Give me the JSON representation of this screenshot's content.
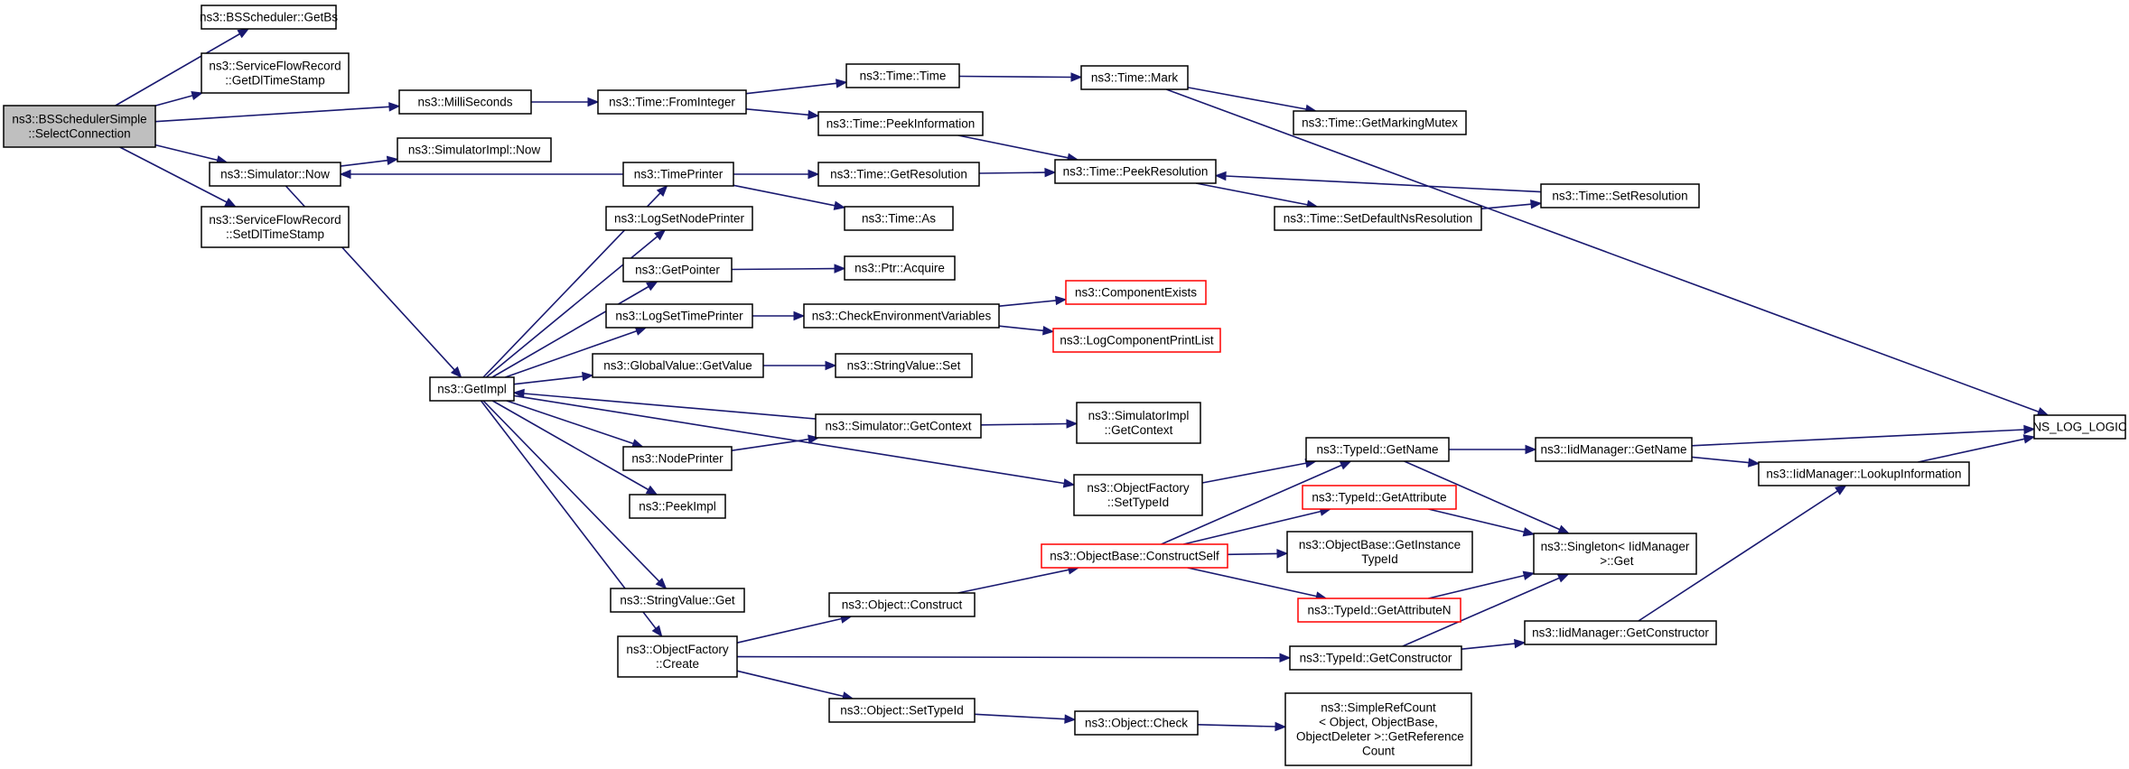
{
  "colors": {
    "edge": "#191970",
    "box_border": "#000000",
    "box_border_red": "#ff0000",
    "box_fill": "#ffffff",
    "root_fill": "#bfbfbf",
    "text": "#000000"
  },
  "nodes": [
    {
      "id": "root",
      "lines": [
        "ns3::BSSchedulerSimple",
        "::SelectConnection"
      ],
      "style": "root"
    },
    {
      "id": "getbs",
      "lines": [
        "ns3::BSScheduler::GetBs"
      ],
      "style": "normal"
    },
    {
      "id": "getdl",
      "lines": [
        "ns3::ServiceFlowRecord",
        "::GetDlTimeStamp"
      ],
      "style": "normal"
    },
    {
      "id": "milli",
      "lines": [
        "ns3::MilliSeconds"
      ],
      "style": "normal"
    },
    {
      "id": "simnow",
      "lines": [
        "ns3::Simulator::Now"
      ],
      "style": "normal"
    },
    {
      "id": "setdl",
      "lines": [
        "ns3::ServiceFlowRecord",
        "::SetDlTimeStamp"
      ],
      "style": "normal"
    },
    {
      "id": "implnow",
      "lines": [
        "ns3::SimulatorImpl::Now"
      ],
      "style": "normal"
    },
    {
      "id": "getimpl",
      "lines": [
        "ns3::GetImpl"
      ],
      "style": "normal"
    },
    {
      "id": "frominteger",
      "lines": [
        "ns3::Time::FromInteger"
      ],
      "style": "normal"
    },
    {
      "id": "timeprinter",
      "lines": [
        "ns3::TimePrinter"
      ],
      "style": "normal"
    },
    {
      "id": "logsetnode",
      "lines": [
        "ns3::LogSetNodePrinter"
      ],
      "style": "normal"
    },
    {
      "id": "getpointer",
      "lines": [
        "ns3::GetPointer"
      ],
      "style": "normal"
    },
    {
      "id": "logsettime",
      "lines": [
        "ns3::LogSetTimePrinter"
      ],
      "style": "normal"
    },
    {
      "id": "gvgetvalue",
      "lines": [
        "ns3::GlobalValue::GetValue"
      ],
      "style": "normal"
    },
    {
      "id": "nodeprinter",
      "lines": [
        "ns3::NodePrinter"
      ],
      "style": "normal"
    },
    {
      "id": "peekimpl",
      "lines": [
        "ns3::PeekImpl"
      ],
      "style": "normal"
    },
    {
      "id": "svget",
      "lines": [
        "ns3::StringValue::Get"
      ],
      "style": "normal"
    },
    {
      "id": "ofcreate",
      "lines": [
        "ns3::ObjectFactory",
        "::Create"
      ],
      "style": "normal"
    },
    {
      "id": "timetime",
      "lines": [
        "ns3::Time::Time"
      ],
      "style": "normal"
    },
    {
      "id": "peekinfo",
      "lines": [
        "ns3::Time::PeekInformation"
      ],
      "style": "normal"
    },
    {
      "id": "getres",
      "lines": [
        "ns3::Time::GetResolution"
      ],
      "style": "normal"
    },
    {
      "id": "timeas",
      "lines": [
        "ns3::Time::As"
      ],
      "style": "normal"
    },
    {
      "id": "ptracquire",
      "lines": [
        "ns3::Ptr::Acquire"
      ],
      "style": "normal"
    },
    {
      "id": "checkenv",
      "lines": [
        "ns3::CheckEnvironmentVariables"
      ],
      "style": "normal"
    },
    {
      "id": "svset",
      "lines": [
        "ns3::StringValue::Set"
      ],
      "style": "normal"
    },
    {
      "id": "getcontext",
      "lines": [
        "ns3::Simulator::GetContext"
      ],
      "style": "normal"
    },
    {
      "id": "objconstruct",
      "lines": [
        "ns3::Object::Construct"
      ],
      "style": "normal"
    },
    {
      "id": "objsettypeid",
      "lines": [
        "ns3::Object::SetTypeId"
      ],
      "style": "normal"
    },
    {
      "id": "timemark",
      "lines": [
        "ns3::Time::Mark"
      ],
      "style": "normal"
    },
    {
      "id": "peekres",
      "lines": [
        "ns3::Time::PeekResolution"
      ],
      "style": "normal"
    },
    {
      "id": "compexists",
      "lines": [
        "ns3::ComponentExists"
      ],
      "style": "red"
    },
    {
      "id": "logcomplist",
      "lines": [
        "ns3::LogComponentPrintList"
      ],
      "style": "red"
    },
    {
      "id": "implgetctx",
      "lines": [
        "ns3::SimulatorImpl",
        "::GetContext"
      ],
      "style": "normal"
    },
    {
      "id": "ofsettypeid",
      "lines": [
        "ns3::ObjectFactory",
        "::SetTypeId"
      ],
      "style": "normal"
    },
    {
      "id": "constructself",
      "lines": [
        "ns3::ObjectBase::ConstructSelf"
      ],
      "style": "red"
    },
    {
      "id": "objcheck",
      "lines": [
        "ns3::Object::Check"
      ],
      "style": "normal"
    },
    {
      "id": "markmutex",
      "lines": [
        "ns3::Time::GetMarkingMutex"
      ],
      "style": "normal"
    },
    {
      "id": "setdefns",
      "lines": [
        "ns3::Time::SetDefaultNsResolution"
      ],
      "style": "normal"
    },
    {
      "id": "tidgetname",
      "lines": [
        "ns3::TypeId::GetName"
      ],
      "style": "normal"
    },
    {
      "id": "tidgetattr",
      "lines": [
        "ns3::TypeId::GetAttribute"
      ],
      "style": "red"
    },
    {
      "id": "obgetinst",
      "lines": [
        "ns3::ObjectBase::GetInstance",
        "TypeId"
      ],
      "style": "normal"
    },
    {
      "id": "tidgetattrn",
      "lines": [
        "ns3::TypeId::GetAttributeN"
      ],
      "style": "red"
    },
    {
      "id": "tidgetctor",
      "lines": [
        "ns3::TypeId::GetConstructor"
      ],
      "style": "normal"
    },
    {
      "id": "simplerefcount",
      "lines": [
        "ns3::SimpleRefCount",
        "< Object, ObjectBase,",
        " ObjectDeleter >::GetReference",
        "Count"
      ],
      "style": "normal"
    },
    {
      "id": "timesetres",
      "lines": [
        "ns3::Time::SetResolution"
      ],
      "style": "normal"
    },
    {
      "id": "iidgetname",
      "lines": [
        "ns3::IidManager::GetName"
      ],
      "style": "normal"
    },
    {
      "id": "singleton",
      "lines": [
        "ns3::Singleton< IidManager",
        " >::Get"
      ],
      "style": "normal"
    },
    {
      "id": "iidgetctor",
      "lines": [
        "ns3::IidManager::GetConstructor"
      ],
      "style": "normal"
    },
    {
      "id": "iidlookup",
      "lines": [
        "ns3::IidManager::LookupInformation"
      ],
      "style": "normal"
    },
    {
      "id": "nslog",
      "lines": [
        "NS_LOG_LOGIC"
      ],
      "style": "normal"
    }
  ],
  "edges": [
    [
      "root",
      "getbs"
    ],
    [
      "root",
      "getdl"
    ],
    [
      "root",
      "milli"
    ],
    [
      "root",
      "simnow"
    ],
    [
      "root",
      "setdl"
    ],
    [
      "milli",
      "frominteger"
    ],
    [
      "frominteger",
      "timetime"
    ],
    [
      "frominteger",
      "peekinfo"
    ],
    [
      "timetime",
      "timemark"
    ],
    [
      "timemark",
      "markmutex"
    ],
    [
      "timemark",
      "nslog"
    ],
    [
      "peekinfo",
      "peekres"
    ],
    [
      "simnow",
      "implnow"
    ],
    [
      "simnow",
      "getimpl"
    ],
    [
      "timeprinter",
      "simnow"
    ],
    [
      "timeprinter",
      "getres"
    ],
    [
      "timeprinter",
      "timeas"
    ],
    [
      "getres",
      "peekres"
    ],
    [
      "peekres",
      "setdefns"
    ],
    [
      "setdefns",
      "timesetres"
    ],
    [
      "timesetres",
      "peekres"
    ],
    [
      "getimpl",
      "timeprinter"
    ],
    [
      "getimpl",
      "logsetnode"
    ],
    [
      "getimpl",
      "getpointer"
    ],
    [
      "getimpl",
      "logsettime"
    ],
    [
      "getimpl",
      "gvgetvalue"
    ],
    [
      "getimpl",
      "nodeprinter"
    ],
    [
      "getimpl",
      "peekimpl"
    ],
    [
      "getimpl",
      "svget"
    ],
    [
      "getimpl",
      "ofcreate"
    ],
    [
      "getimpl",
      "ofsettypeid"
    ],
    [
      "getpointer",
      "ptracquire"
    ],
    [
      "logsettime",
      "checkenv"
    ],
    [
      "checkenv",
      "compexists"
    ],
    [
      "checkenv",
      "logcomplist"
    ],
    [
      "gvgetvalue",
      "svset"
    ],
    [
      "getcontext",
      "getimpl"
    ],
    [
      "getcontext",
      "implgetctx"
    ],
    [
      "nodeprinter",
      "getcontext"
    ],
    [
      "ofsettypeid",
      "tidgetname"
    ],
    [
      "ofcreate",
      "objconstruct"
    ],
    [
      "ofcreate",
      "objsettypeid"
    ],
    [
      "ofcreate",
      "tidgetctor"
    ],
    [
      "objconstruct",
      "constructself"
    ],
    [
      "constructself",
      "tidgetname"
    ],
    [
      "constructself",
      "tidgetattr"
    ],
    [
      "constructself",
      "obgetinst"
    ],
    [
      "constructself",
      "tidgetattrn"
    ],
    [
      "objsettypeid",
      "objcheck"
    ],
    [
      "objcheck",
      "simplerefcount"
    ],
    [
      "tidgetname",
      "iidgetname"
    ],
    [
      "tidgetname",
      "singleton"
    ],
    [
      "tidgetattr",
      "singleton"
    ],
    [
      "tidgetattrn",
      "singleton"
    ],
    [
      "tidgetctor",
      "singleton"
    ],
    [
      "tidgetctor",
      "iidgetctor"
    ],
    [
      "iidgetname",
      "nslog"
    ],
    [
      "iidgetname",
      "iidlookup"
    ],
    [
      "iidgetctor",
      "iidlookup"
    ],
    [
      "iidlookup",
      "nslog"
    ]
  ]
}
